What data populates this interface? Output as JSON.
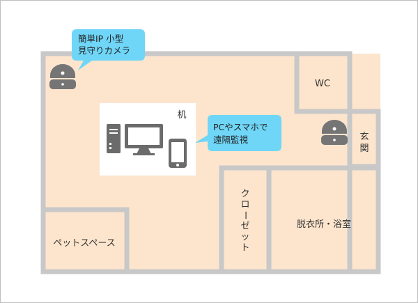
{
  "colors": {
    "floor": "#fde5cd",
    "wall": "#c8c8c8",
    "callout": "#6fd6f7",
    "camera": "#757575",
    "desk": "#ffffff"
  },
  "rooms": {
    "wc": "WC",
    "entrance": "玄関",
    "closet": "クローゼット",
    "bath": "脱衣所・浴室",
    "pet": "ペットスペース",
    "desk": "机"
  },
  "callouts": {
    "camera_line1": "簡単IP 小型",
    "camera_line2": "見守りカメラ",
    "monitor_line1": "PCやスマホで",
    "monitor_line2": "遠隔監視"
  },
  "icons": {
    "camera": "dome-camera-icon",
    "pc": "desktop-pc-icon",
    "phone": "smartphone-icon"
  }
}
